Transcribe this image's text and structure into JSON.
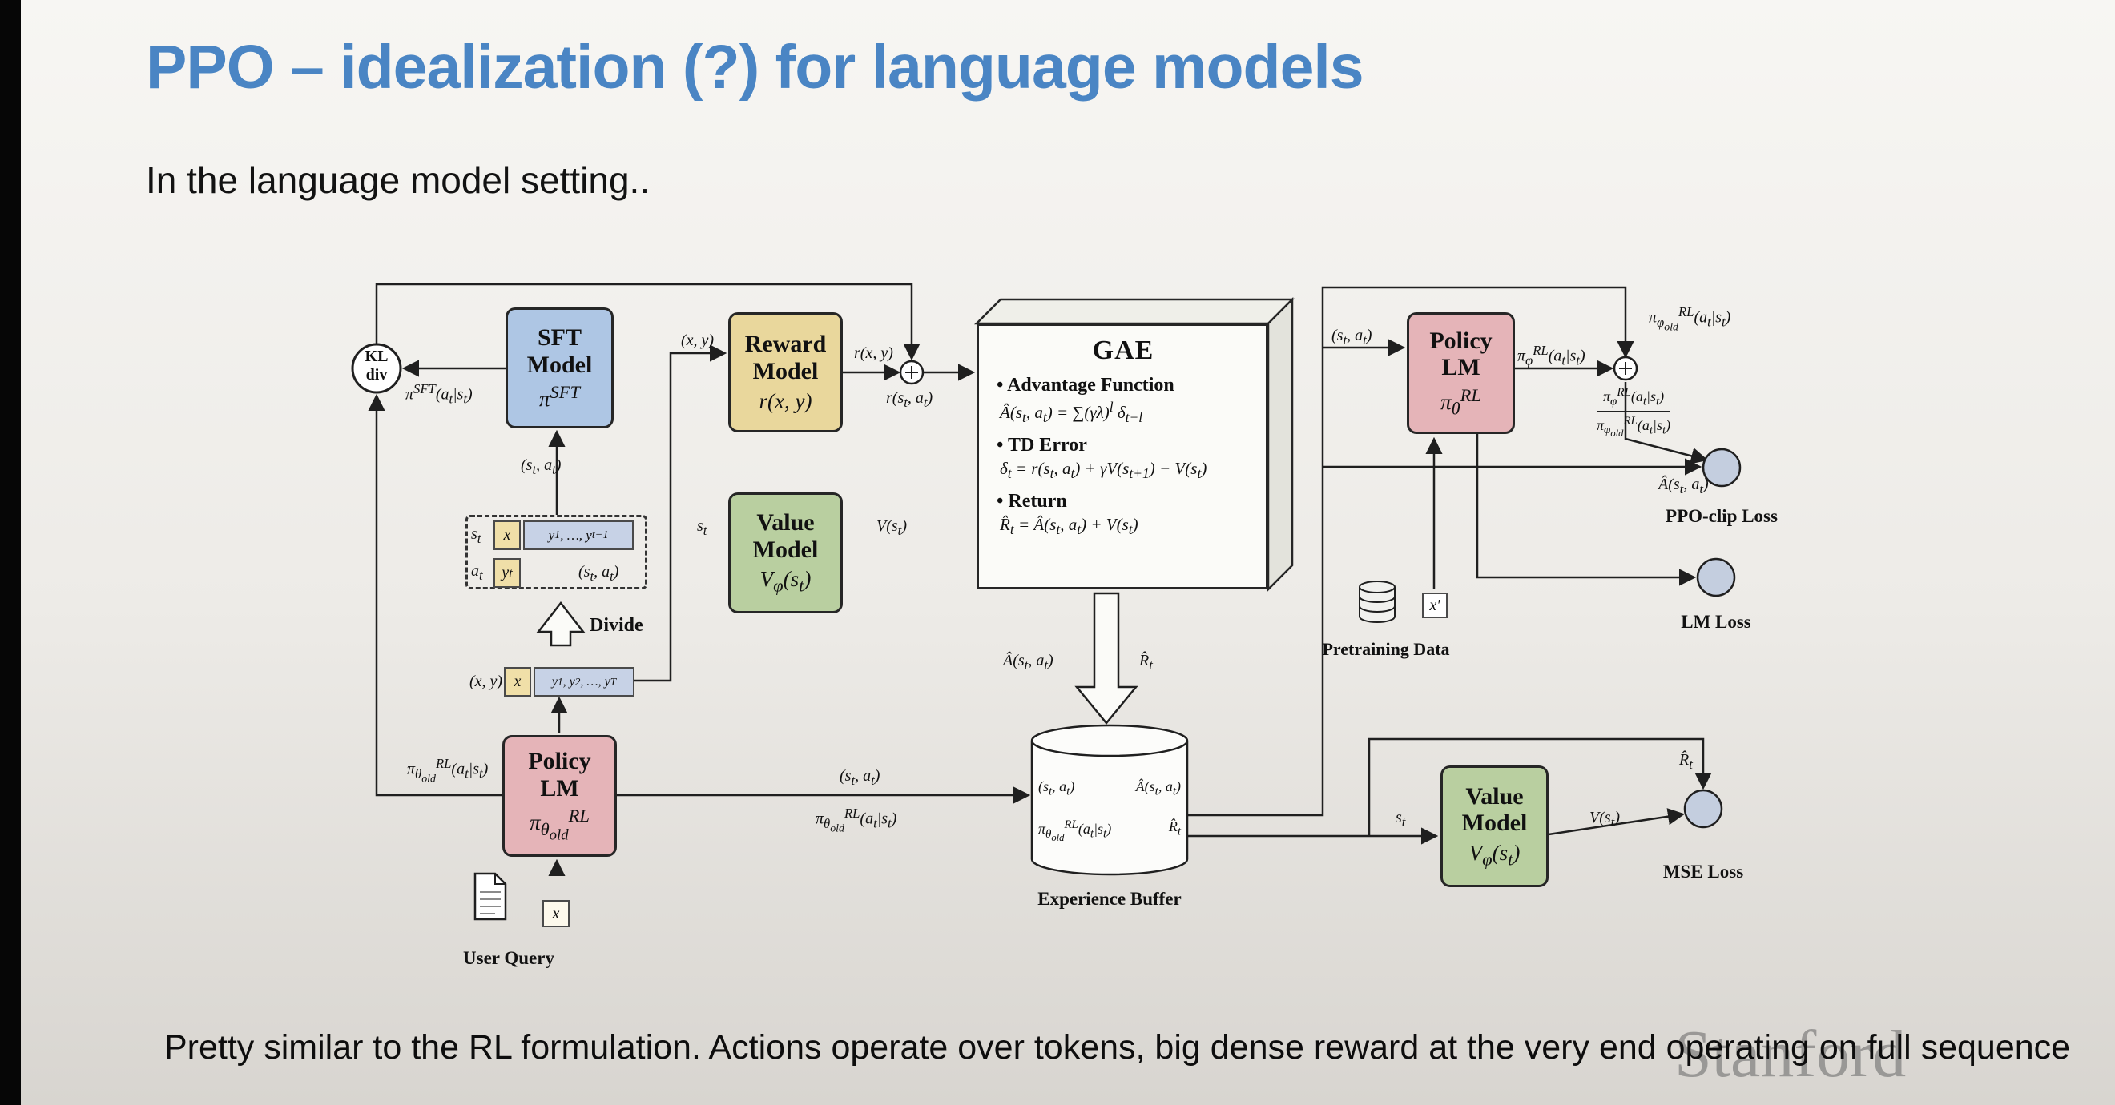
{
  "slide": {
    "title": "PPO – idealization (?) for language models",
    "subtitle": "In the language model setting..",
    "footer": "Pretty similar to the RL formulation. Actions operate over tokens, big dense reward at the very end operating on full sequence",
    "watermark": "Stanford"
  },
  "colors": {
    "title_blue": "#4a85c4",
    "sft_blue": "#aec6e4",
    "reward_yellow": "#e9d79c",
    "value_green": "#b9cfa0",
    "policy_pink": "#e5b4b8",
    "token_yellow": "#f0dfa8",
    "token_blue": "#c7d2e6",
    "loss_circle": "#c4cedf",
    "line_dark": "#1f1f1f"
  },
  "diagram": {
    "kl_node": {
      "line1": "KL",
      "line2": "div"
    },
    "boxes": {
      "sft": {
        "t1": "SFT",
        "t2": "Model",
        "f": "π<sup>SFT</sup>"
      },
      "reward": {
        "t1": "Reward",
        "t2": "Model",
        "f": "r(x, y)"
      },
      "value_top": {
        "t1": "Value",
        "t2": "Model",
        "f": "V<sub>φ</sub>(s<sub>t</sub>)"
      },
      "value_bottom": {
        "t1": "Value",
        "t2": "Model",
        "f": "V<sub>φ</sub>(s<sub>t</sub>)"
      },
      "policy_right": {
        "t1": "Policy",
        "t2": "LM",
        "f": "π<sub>θ</sub><sup>RL</sup>"
      },
      "policy_bottom": {
        "t1": "Policy",
        "t2": "LM",
        "f": "π<sub>θ<sub>old</sub></sub><sup>RL</sup>"
      }
    },
    "gae": {
      "title": "GAE",
      "items": [
        {
          "h": "Advantage Function",
          "f": "Â(s<sub>t</sub>, a<sub>t</sub>) = ∑(γλ)<sup>l</sup> δ<sub>t+l</sub>"
        },
        {
          "h": "TD Error",
          "f": "δ<sub>t</sub> = r(s<sub>t</sub>, a<sub>t</sub>) + γV(s<sub>t+1</sub>) − V(s<sub>t</sub>)"
        },
        {
          "h": "Return",
          "f": "R̂<sub>t</sub> = Â(s<sub>t</sub>, a<sub>t</sub>) + V(s<sub>t</sub>)"
        }
      ]
    },
    "tokens": {
      "s_t": "s<sub>t</sub>",
      "a_t": "a<sub>t</sub>",
      "x": "x",
      "y_prev": "y<sub>1</sub>, …, y<sub>t−1</sub>",
      "y_t": "y<sub>t</sub>",
      "xy": "(x, y)",
      "y_full": "y<sub>1</sub>, y<sub>2</sub>, …, y<sub>T</sub>",
      "x_prime": "x′"
    },
    "labels": {
      "pi_sft_action": "π<sup>SFT</sup>(a<sub>t</sub>|s<sub>t</sub>)",
      "st_at": "(s<sub>t</sub>, a<sub>t</sub>)",
      "xy": "(x, y)",
      "r_xy": "r(x, y)",
      "r_st_at": "r(s<sub>t</sub>, a<sub>t</sub>)",
      "s_t": "s<sub>t</sub>",
      "v_st": "V(s<sub>t</sub>)",
      "divide": "Divide",
      "pi_old_action": "π<sub>θ<sub>old</sub></sub><sup>RL</sup>(a<sub>t</sub>|s<sub>t</sub>)",
      "pi_phi_action": "π<sub>φ</sub><sup>RL</sup>(a<sub>t</sub>|s<sub>t</sub>)",
      "pi_phiold_action": "π<sub>φ<sub>old</sub></sub><sup>RL</sup>(a<sub>t</sub>|s<sub>t</sub>)",
      "a_hat": "Â(s<sub>t</sub>, a<sub>t</sub>)",
      "r_hat": "R̂<sub>t</sub>",
      "user_query": "User Query",
      "pretraining_data": "Pretraining Data",
      "experience_buffer": "Experience Buffer",
      "ppo_clip_loss": "PPO-clip Loss",
      "lm_loss": "LM Loss",
      "mse_loss": "MSE Loss"
    }
  }
}
